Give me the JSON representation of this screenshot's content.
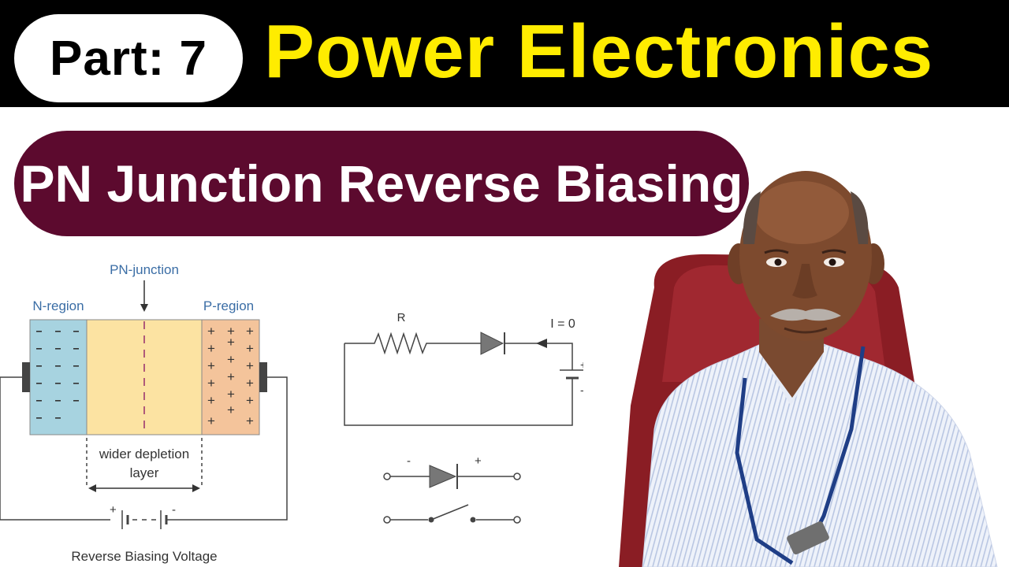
{
  "header": {
    "part_label": "Part: 7",
    "title": "Power Electronics"
  },
  "topic": {
    "title": "PN Junction Reverse Biasing"
  },
  "junction_diagram": {
    "pn_junction_label": "PN-junction",
    "n_region_label": "N-region",
    "p_region_label": "P-region",
    "depletion_label_line1": "wider depletion",
    "depletion_label_line2": "layer",
    "battery_plus": "+",
    "battery_minus": "-",
    "caption": "Reverse Biasing Voltage"
  },
  "circuit": {
    "resistor_label": "R",
    "current_label": "I = 0",
    "source_plus": "+",
    "source_minus": "-",
    "equiv_minus": "-",
    "equiv_plus": "+"
  },
  "colors": {
    "title_yellow": "#ffec00",
    "topic_maroon": "#5c0a2e",
    "n_region": "#a7d3e0",
    "depletion": "#fce3a2",
    "p_region": "#f4c49b",
    "label_blue": "#3a6da5"
  }
}
